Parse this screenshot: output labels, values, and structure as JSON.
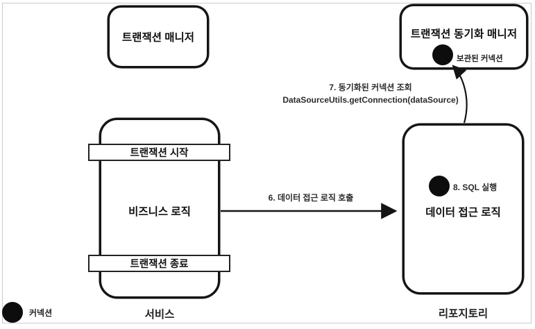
{
  "diagram": {
    "transaction_manager": {
      "title": "트랜잭션 매니저"
    },
    "sync_manager": {
      "title": "트랜잭션 동기화 매니저",
      "stored_connection_label": "보관된 커넥션"
    },
    "service": {
      "label": "서비스",
      "tx_start": "트랜잭션 시작",
      "business_logic": "비즈니스 로직",
      "tx_end": "트랜잭션 종료"
    },
    "repository": {
      "label": "리포지토리",
      "sql_step": "8. SQL 실행",
      "data_access_logic": "데이터 접근 로직"
    },
    "arrows": {
      "call_data_access": "6. 데이터 접근 로직 호출",
      "sync_lookup_line1": "7. 동기화된 커넥션 조회",
      "sync_lookup_line2": "DataSourceUtils.getConnection(dataSource)"
    },
    "legend": {
      "connection": "커넥션"
    },
    "colors": {
      "ink": "#141414",
      "frame_border": "#c9c9c9",
      "background": "#ffffff",
      "connection_fill": "#0d0d0d"
    }
  }
}
